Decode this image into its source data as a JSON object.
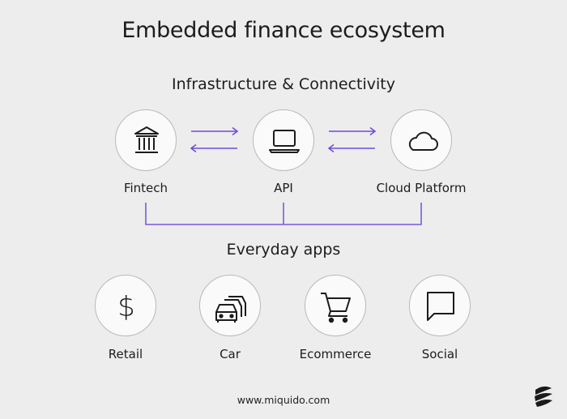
{
  "title": "Embedded finance ecosystem",
  "infrastructure": {
    "heading": "Infrastructure & Connectivity",
    "nodes": [
      {
        "label": "Fintech",
        "icon": "bank-icon"
      },
      {
        "label": "API",
        "icon": "laptop-icon"
      },
      {
        "label": "Cloud Platform",
        "icon": "cloud-icon"
      }
    ]
  },
  "apps": {
    "heading": "Everyday apps",
    "nodes": [
      {
        "label": "Retail",
        "icon": "dollar-icon"
      },
      {
        "label": "Car",
        "icon": "cars-icon"
      },
      {
        "label": "Ecommerce",
        "icon": "shopping-cart-icon"
      },
      {
        "label": "Social",
        "icon": "speech-bubble-icon"
      }
    ]
  },
  "footer": "www.miquido.com",
  "colors": {
    "background": "#ededed",
    "arrow": "#6e4bd6",
    "connector": "#7b5ad8",
    "text": "#1c1c1c"
  }
}
